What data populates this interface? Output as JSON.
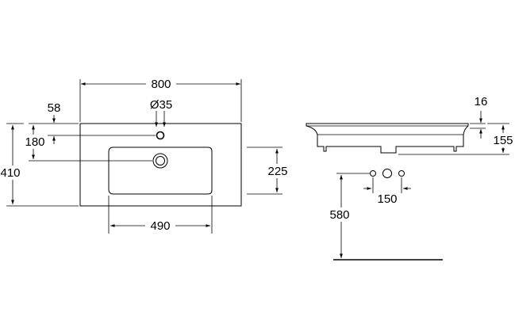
{
  "dimensions": {
    "width_total": "800",
    "tap_hole_diameter": "Ø35",
    "tap_offset": "58",
    "drain_offset": "180",
    "depth_total": "410",
    "bowl_depth": "225",
    "bowl_width": "490",
    "rim_thickness": "16",
    "overall_height": "155",
    "tap_spacing": "150",
    "mount_height": "580"
  }
}
